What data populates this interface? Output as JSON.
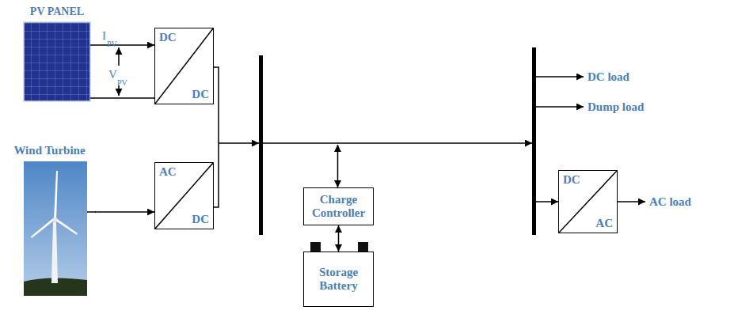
{
  "diagram": {
    "nodes": [
      {
        "text": [
          "PV PANEL"
        ]
      },
      {
        "text": [
          "DC",
          "DC"
        ]
      },
      {
        "text": [
          "Wind Turbine"
        ]
      },
      {
        "text": [
          "AC",
          "DC"
        ]
      },
      {
        "text": [
          "Charge Controller"
        ]
      },
      {
        "text": [
          "Storage Battery"
        ]
      },
      {
        "text": [
          "DC",
          "AC"
        ]
      }
    ],
    "edges": [
      {
        "from": 0,
        "to": 1,
        "arrow": "to"
      },
      {
        "from": 2,
        "to": 3,
        "arrow": "to"
      },
      {
        "from": 4,
        "to": 5,
        "arrow": "both"
      }
    ],
    "labels": [
      "I",
      "PV",
      "V",
      "PV",
      "DC load",
      "Dump load",
      "AC load"
    ]
  }
}
